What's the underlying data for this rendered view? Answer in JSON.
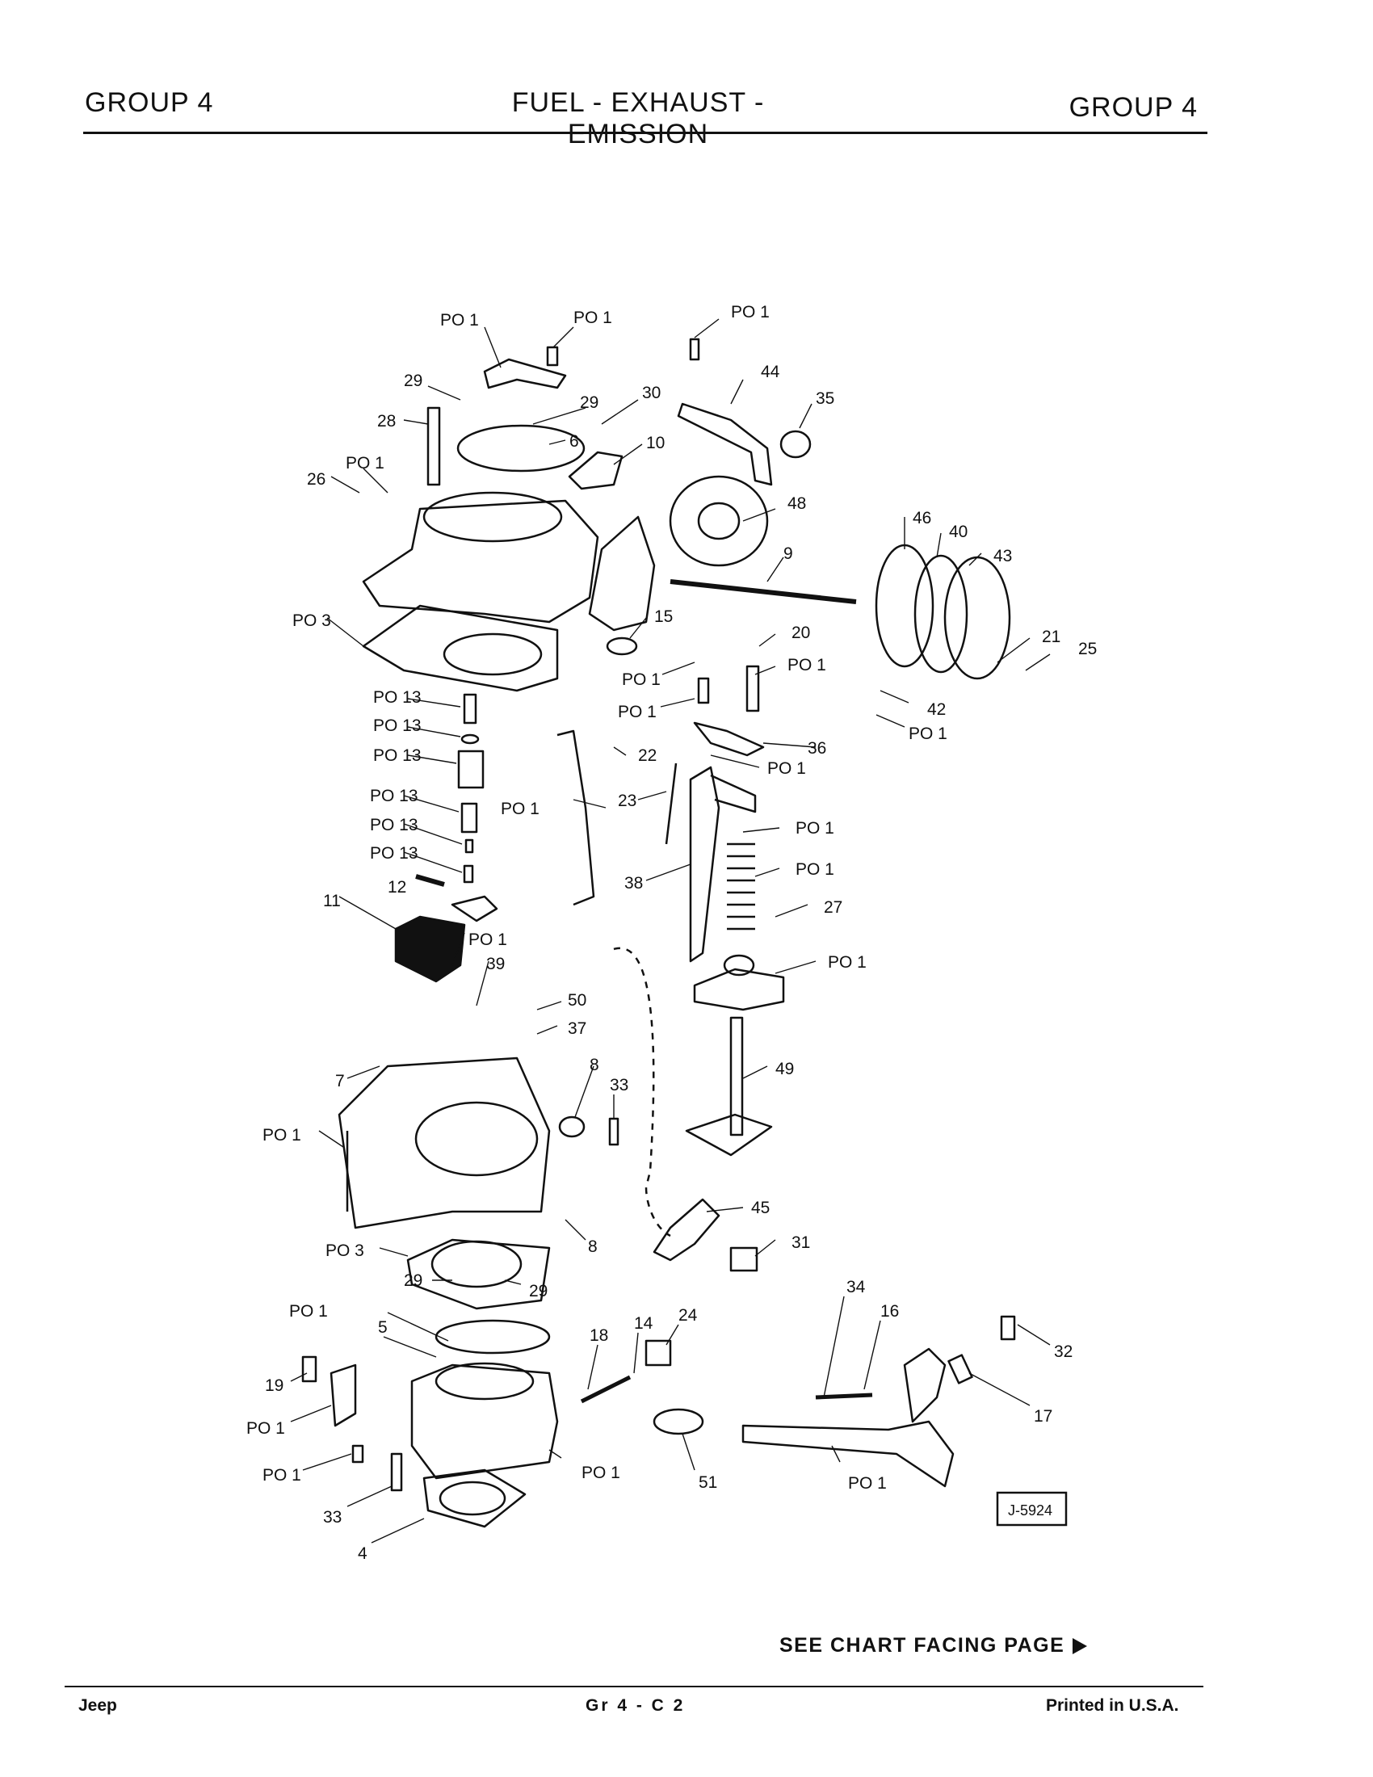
{
  "header": {
    "left": "GROUP 4",
    "center": "FUEL - EXHAUST - EMISSION",
    "right": "GROUP 4"
  },
  "callouts": {
    "po1": "PO 1",
    "po3": "PO 3",
    "po13": "PO 13",
    "n4": "4",
    "n5": "5",
    "n6": "6",
    "n7": "7",
    "n8": "8",
    "n9": "9",
    "n10": "10",
    "n11": "11",
    "n12": "12",
    "n14": "14",
    "n15": "15",
    "n16": "16",
    "n17": "17",
    "n18": "18",
    "n19": "19",
    "n20": "20",
    "n21": "21",
    "n22": "22",
    "n23": "23",
    "n24": "24",
    "n25": "25",
    "n26": "26",
    "n27": "27",
    "n28": "28",
    "n29": "29",
    "n30": "30",
    "n31": "31",
    "n32": "32",
    "n33": "33",
    "n34": "34",
    "n35": "35",
    "n36": "36",
    "n37": "37",
    "n38": "38",
    "n39": "39",
    "n40": "40",
    "n42": "42",
    "n43": "43",
    "n44": "44",
    "n45": "45",
    "n46": "46",
    "n48": "48",
    "n49": "49",
    "n50": "50",
    "n51": "51"
  },
  "figure_id": "J-5924",
  "see_chart": "SEE CHART FACING PAGE",
  "footer": {
    "left": "Jeep",
    "center": "Gr 4 - C 2",
    "right": "Printed in U.S.A."
  }
}
